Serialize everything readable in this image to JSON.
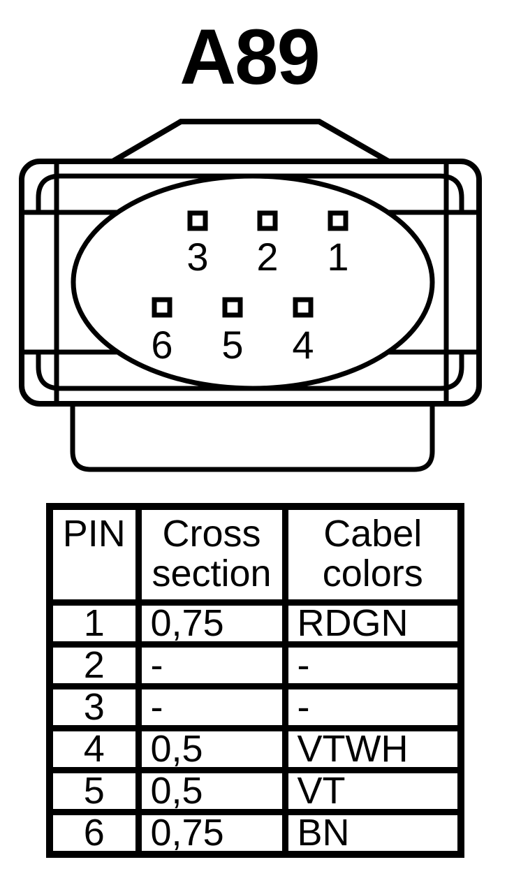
{
  "colors": {
    "ink": "#000000",
    "paper": "#ffffff"
  },
  "title": "A89",
  "connector": {
    "description": "6-pin connector face view, oval cavity with two rows of square pins",
    "pin_rows": [
      [
        "3",
        "2",
        "1"
      ],
      [
        "6",
        "5",
        "4"
      ]
    ]
  },
  "table": {
    "columns": [
      "PIN",
      "Cross section",
      "Cabel colors"
    ],
    "rows": [
      [
        "1",
        "0,75",
        "RDGN"
      ],
      [
        "2",
        "-",
        "-"
      ],
      [
        "3",
        "-",
        "-"
      ],
      [
        "4",
        "0,5",
        "VTWH"
      ],
      [
        "5",
        "0,5",
        "VT"
      ],
      [
        "6",
        "0,75",
        "BN"
      ]
    ]
  }
}
